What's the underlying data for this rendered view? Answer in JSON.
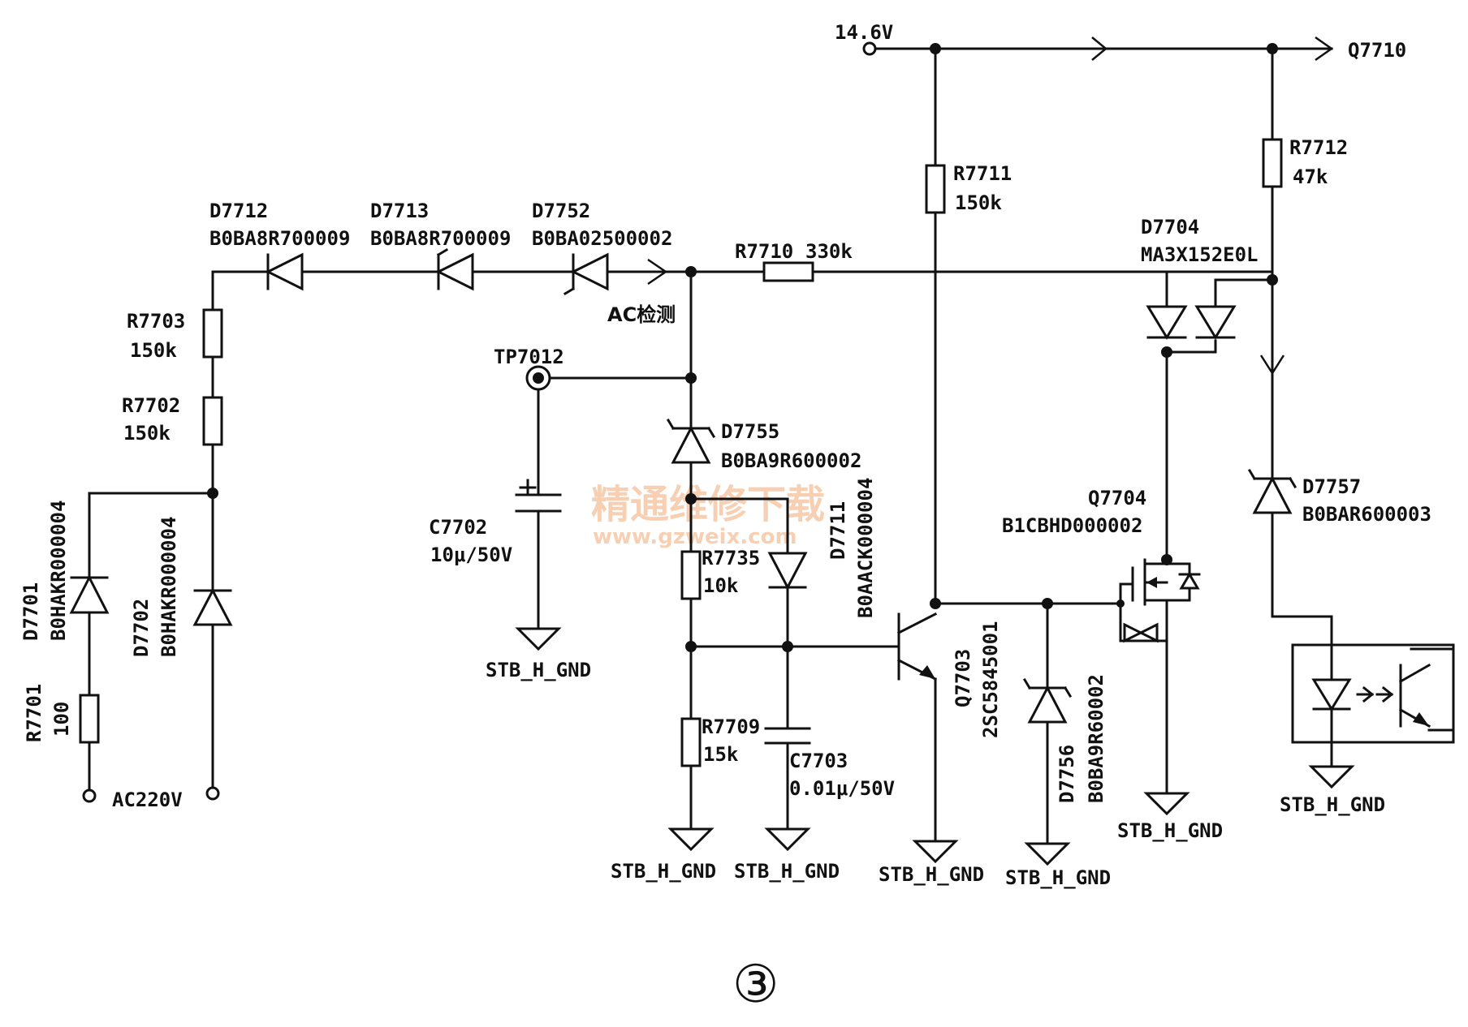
{
  "nets": {
    "supply_voltage": "14.6V",
    "q7710_link": "Q7710",
    "ac_input": "AC220V",
    "ac_detect": "AC检测",
    "ground": "STB_H_GND"
  },
  "components": {
    "r7701": {
      "ref": "R7701",
      "value": "100"
    },
    "r7702": {
      "ref": "R7702",
      "value": "150k"
    },
    "r7703": {
      "ref": "R7703",
      "value": "150k"
    },
    "r7709": {
      "ref": "R7709",
      "value": "15k"
    },
    "r7710": {
      "ref": "R7710",
      "value": "330k"
    },
    "r7711": {
      "ref": "R7711",
      "value": "150k"
    },
    "r7712": {
      "ref": "R7712",
      "value": "47k"
    },
    "r7735": {
      "ref": "R7735",
      "value": "10k"
    },
    "d7701": {
      "ref": "D7701",
      "part": "B0HAKR000004"
    },
    "d7702": {
      "ref": "D7702",
      "part": "B0HAKR000004"
    },
    "d7712": {
      "ref": "D7712",
      "part": "B0BA8R700009"
    },
    "d7713": {
      "ref": "D7713",
      "part": "B0BA8R700009"
    },
    "d7752": {
      "ref": "D7752",
      "part": "B0BA02500002"
    },
    "d7755": {
      "ref": "D7755",
      "part": "B0BA9R600002"
    },
    "d7711": {
      "ref": "D7711",
      "part": "B0AACK000004"
    },
    "d7756": {
      "ref": "D7756",
      "part": "B0BA9R60002"
    },
    "d7704": {
      "ref": "D7704",
      "part": "MA3X152E0L"
    },
    "d7757": {
      "ref": "D7757",
      "part": "B0BAR600003"
    },
    "c7702": {
      "ref": "C7702",
      "value": "10μ/50V"
    },
    "c7703": {
      "ref": "C7703",
      "value": "0.01μ/50V"
    },
    "q7703": {
      "ref": "Q7703",
      "part": "2SC5845001"
    },
    "q7704": {
      "ref": "Q7704",
      "part": "B1CBHD000002"
    },
    "tp7012": {
      "ref": "TP7012"
    }
  },
  "watermark": {
    "line1": "精通维修下载",
    "line2": "www.gzweix.com"
  },
  "figure_label": "③"
}
